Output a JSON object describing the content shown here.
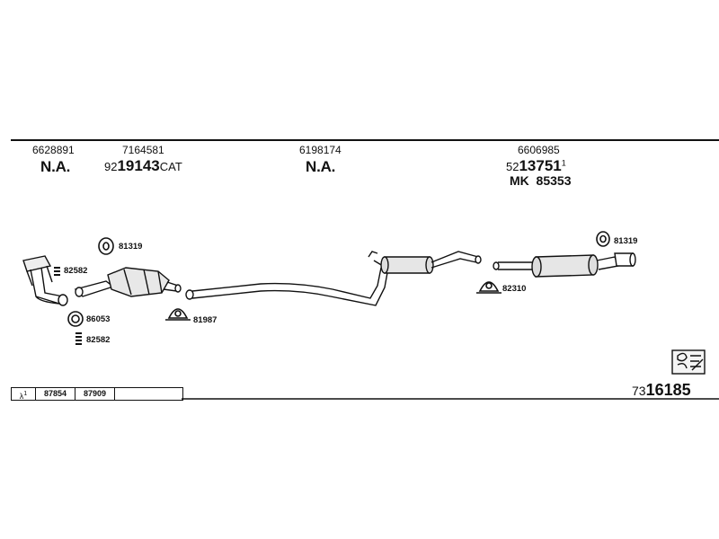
{
  "columns": [
    {
      "ref": "6628891",
      "note": "N.A."
    },
    {
      "ref": "7164581",
      "note_prefix": "92",
      "note_main": "19143",
      "note_suffix": "CAT"
    },
    {
      "ref": "6198174",
      "note": "N.A."
    },
    {
      "ref": "6606985",
      "note_prefix": "52",
      "note_main": "13751",
      "note_sup": "1",
      "note2": "MK  85353"
    }
  ],
  "parts": {
    "hanger_front": "81319",
    "bolt_front_1": "82582",
    "gasket_ring": "86053",
    "bolt_front_2": "82582",
    "clamp_mid": "81987",
    "clamp_rear": "82310",
    "hanger_rear": "81319"
  },
  "legend": {
    "lambda": "λ",
    "lambda_sup": "1",
    "cells": [
      "87854",
      "87909",
      ""
    ]
  },
  "set_number": {
    "prefix": "73",
    "main": "16185"
  },
  "colors": {
    "ink": "#111111",
    "background": "#ffffff"
  },
  "icons": [
    "hanger-icon",
    "bolt-icon",
    "gasket-ring-icon",
    "clamp-icon",
    "instruction-sheet-icon"
  ]
}
